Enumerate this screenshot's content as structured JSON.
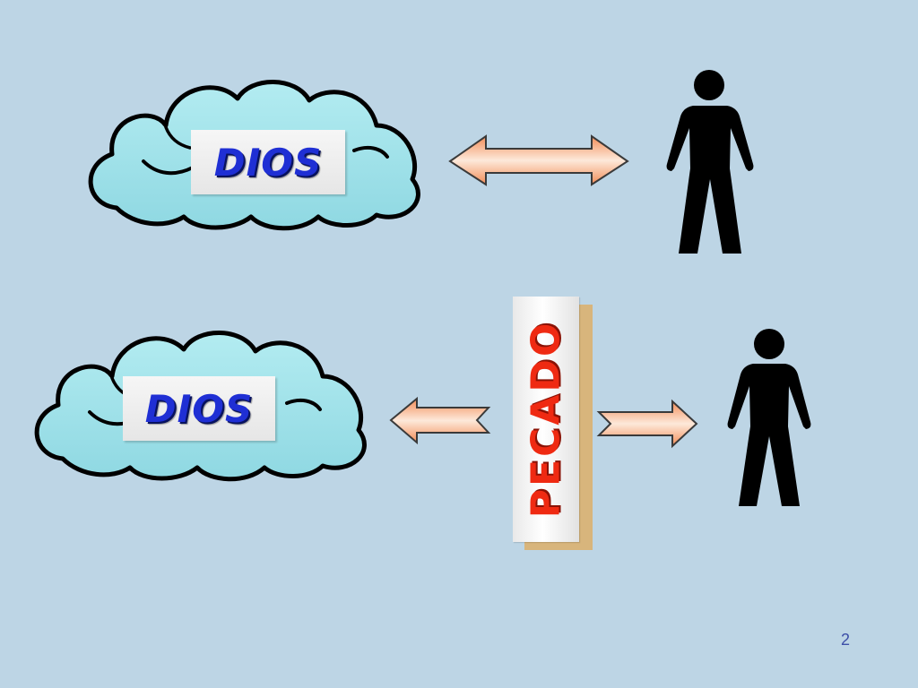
{
  "slide": {
    "top_row": {
      "cloud_label": "DIOS"
    },
    "bottom_row": {
      "cloud_label": "DIOS",
      "barrier_label": "PECADO"
    },
    "page_number": "2"
  },
  "colors": {
    "background": "#bdd5e5",
    "cloud_fill": "#9fe0e8",
    "dios_text": "#1f2fd4",
    "pecado_text": "#ef2a12",
    "arrow_fill": "#f7a772",
    "person": "#000000"
  }
}
